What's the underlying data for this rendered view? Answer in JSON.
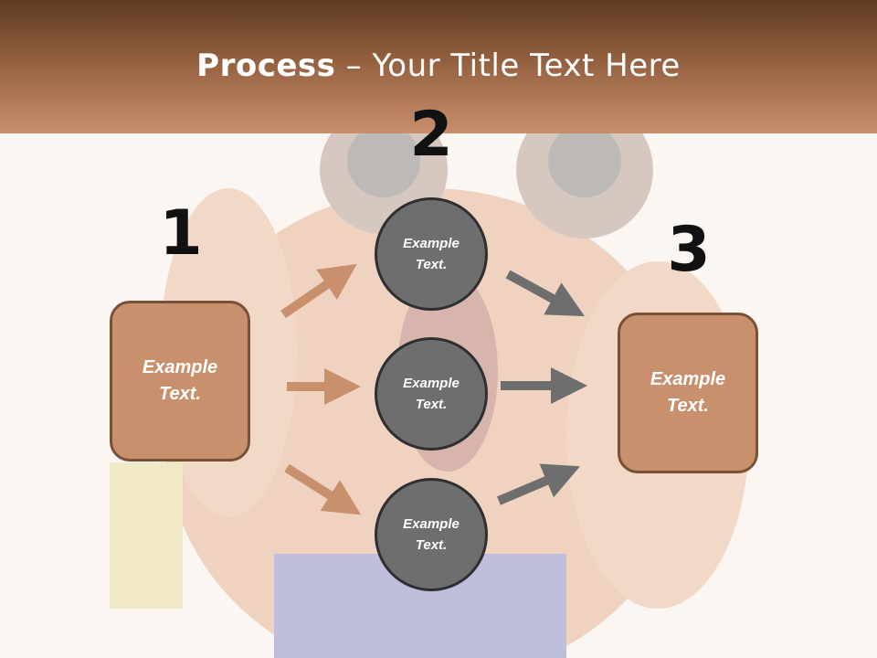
{
  "title": {
    "bold": "Process",
    "dash": " – ",
    "rest": "Your Title Text Here"
  },
  "steps": [
    {
      "number": "1"
    },
    {
      "number": "2"
    },
    {
      "number": "3"
    }
  ],
  "left_box": {
    "line1": "Example",
    "line2": "Text."
  },
  "right_box": {
    "line1": "Example",
    "line2": "Text."
  },
  "circles": [
    {
      "line1": "Example",
      "line2": "Text."
    },
    {
      "line1": "Example",
      "line2": "Text."
    },
    {
      "line1": "Example",
      "line2": "Text."
    }
  ],
  "colors": {
    "header_dark": "#5e3a22",
    "header_light": "#c98f6c",
    "box_fill": "#c8906d",
    "box_border": "#7a5136",
    "circle_fill": "#6e6e6e",
    "circle_border": "#2f2f2f",
    "arrow_brown": "#c8906d",
    "arrow_gray": "#6e6e6e"
  }
}
